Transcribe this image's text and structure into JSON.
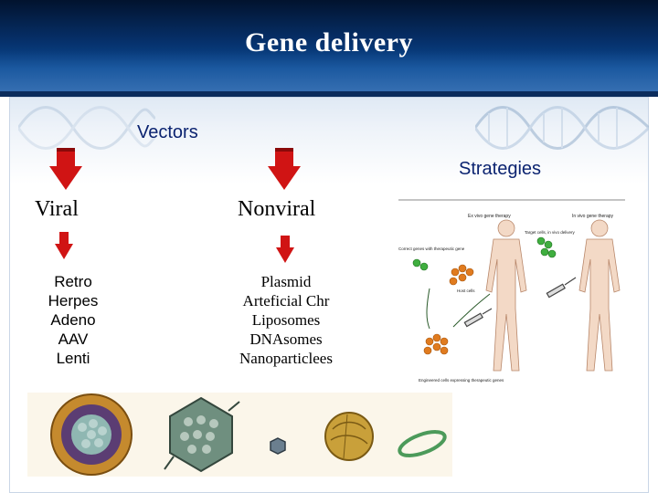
{
  "title": "Gene delivery",
  "vectors_label": "Vectors",
  "strategies_label": "Strategies",
  "viral": {
    "heading": "Viral",
    "items": [
      "Retro",
      "Herpes",
      "Adeno",
      "AAV",
      "Lenti"
    ]
  },
  "nonviral": {
    "heading": "Nonviral",
    "items": [
      "Plasmid",
      "Arteficial Chr",
      "Liposomes",
      "DNAsomes",
      "Nanoparticlees"
    ]
  },
  "strategy_figure": {
    "ex_vivo_title": "Ex vivo gene therapy",
    "in_vivo_title": "In vivo gene therapy",
    "correct_genes": "Correct genes with therapeutic gene",
    "target_cells": "Target cells, in vivo delivery",
    "host_cells": "Host cells",
    "engineered_cells": "Engineered cells expressing therapeutic genes"
  },
  "colors": {
    "header_dark": "#02132e",
    "header_mid": "#0a4a93",
    "label_blue": "#0b2370",
    "arrow_red": "#d01414"
  }
}
